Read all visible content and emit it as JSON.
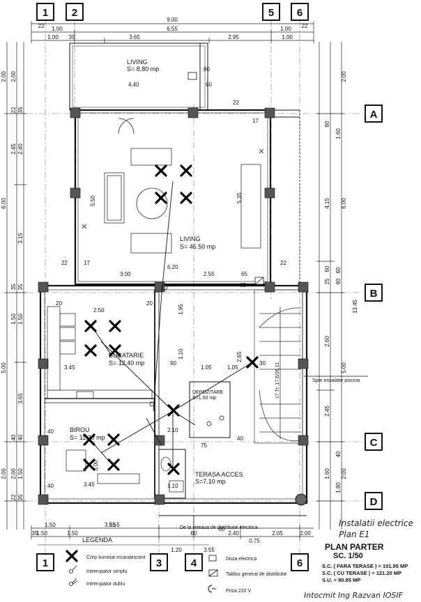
{
  "axes_top": [
    "1",
    "2",
    "5",
    "6"
  ],
  "axes_bottom": [
    "1",
    "3",
    "4",
    "6"
  ],
  "axes_right": [
    "A",
    "B",
    "C",
    "D"
  ],
  "dims": {
    "top_total": "9.00",
    "top_row2": [
      "1.00",
      "6.55",
      "1.00"
    ],
    "top_row3": [
      "1.00",
      "35",
      "3.65",
      "2.95",
      "1.00"
    ],
    "top_22": "22",
    "bottom_row1": [
      "1.50",
      "3.55",
      "1.20",
      "3.55"
    ],
    "bottom_row2": [
      "1.50",
      "1.50",
      "2.40",
      "2.05",
      "2.00"
    ],
    "bottom_misc": [
      "35",
      "60",
      "60",
      "0.75"
    ],
    "left_outer": [
      "2.00",
      "6.00",
      "5.00",
      "2.00"
    ],
    "left_inner": [
      "2.00",
      "2.45",
      "2.40",
      "3.15",
      "1.50",
      "1.50",
      "3.65",
      "2.00",
      "1.50"
    ],
    "left_small": [
      "22",
      "35",
      "35",
      "35",
      "40",
      "40",
      "35",
      "22"
    ],
    "right_outer": [
      "2.00",
      "6.00",
      "13.45",
      "5.00",
      "2.00"
    ],
    "right_inner": [
      "80",
      "1.60",
      "4.15",
      "60",
      "25",
      "2.60",
      "2.45",
      "1.60",
      "40",
      "60",
      "80",
      "1.80"
    ],
    "interior": [
      "4.40",
      "60",
      "22",
      "17",
      "22",
      "5.50",
      "5.35",
      "6.20",
      "3.00",
      "2.55",
      "65",
      "17",
      "22",
      "1.95",
      "2.50",
      "65",
      "1.10",
      "2.65",
      "30",
      "3.45",
      "90",
      "1.05",
      "1.05",
      "75",
      "3.00",
      "2.10",
      "40",
      "3.45",
      "1.10",
      "3.55",
      "40",
      "20",
      "20",
      "40",
      "60"
    ]
  },
  "rooms": [
    {
      "name": "LIVING",
      "area": "S= 8.80 mp"
    },
    {
      "name": "LIVING",
      "area": "S= 46.50 mp"
    },
    {
      "name": "BUCATARIE",
      "area": "S= 12.40 mp"
    },
    {
      "name": "BIROU",
      "area": "S= 11.20 mp"
    },
    {
      "name": "DEPOZITARE",
      "area": "S=1.50 mp"
    },
    {
      "name": "TERASA ACCES",
      "area": "S=7.10 mp"
    }
  ],
  "notes": {
    "pool": "Spre instalatie piscina",
    "network": "De la reteaua de distributie electrica",
    "stairs": "17 Tr. 17,6/26,11"
  },
  "legend": {
    "title": "LEGENDA",
    "items": [
      "Corp iluminat incandescent",
      "Intrerupator simplu",
      "Intrerupator dublu",
      "Doza electrica",
      "Tablou general de distributie",
      "Priza 220 V"
    ]
  },
  "titleblock": {
    "line1": "Instalatii electrice",
    "line2": "Plan E1",
    "plan": "PLAN PARTER",
    "scale": "SC. 1/50",
    "sc1": "S.C. ( FARA TERASE ) = 101.95 MP",
    "sc2": "S.C. ( CU TERASE ) = 121.20 MP",
    "su": "S.U. = 90.85 MP",
    "author": "Intocmit Ing Razvan IOSIF"
  }
}
